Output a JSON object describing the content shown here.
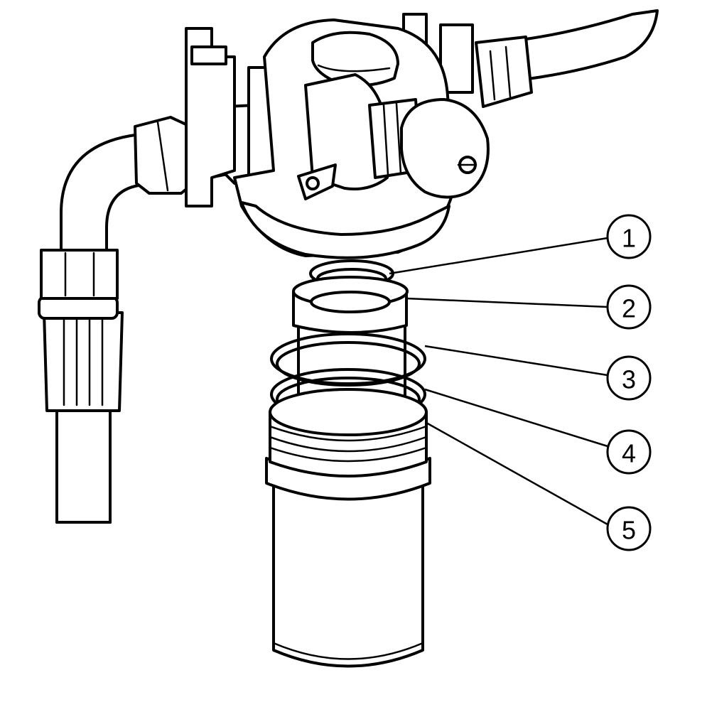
{
  "diagram": {
    "callouts": [
      {
        "id": "1",
        "label": "1"
      },
      {
        "id": "2",
        "label": "2"
      },
      {
        "id": "3",
        "label": "3"
      },
      {
        "id": "4",
        "label": "4"
      },
      {
        "id": "5",
        "label": "5"
      }
    ]
  },
  "colors": {
    "ink": "#000000",
    "paper": "#ffffff"
  }
}
